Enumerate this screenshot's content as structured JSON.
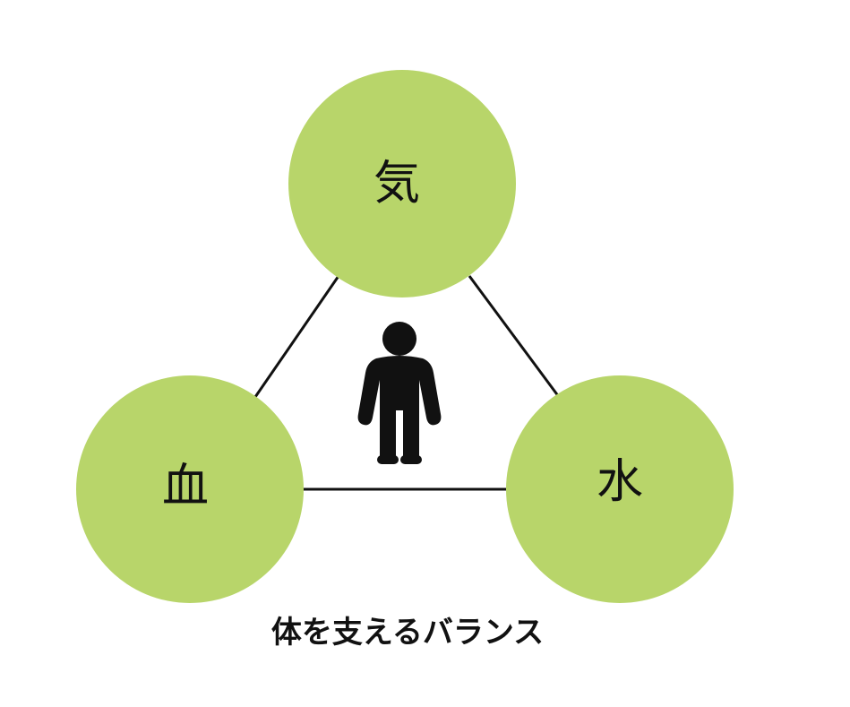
{
  "diagram": {
    "nodes": {
      "top": {
        "label": "気"
      },
      "left": {
        "label": "血"
      },
      "right": {
        "label": "水"
      }
    },
    "center_icon": "person-icon",
    "caption": "体を支えるバランス",
    "colors": {
      "node_fill": "#b8d56a",
      "line": "#111111",
      "icon": "#111111"
    }
  }
}
